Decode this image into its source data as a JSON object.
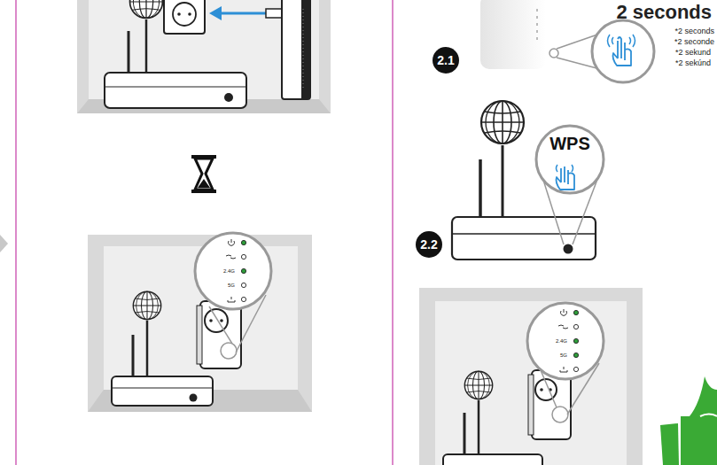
{
  "diagram": {
    "nodes": [
      {
        "text": [
          "2.1"
        ]
      },
      {
        "text": [
          "WPS"
        ]
      },
      {
        "text": [
          "2.2"
        ]
      }
    ],
    "labels": [
      "2 seconds",
      "*2 seconds",
      "*2 seconde",
      "*2 sekund",
      "*2 sekúnd",
      "2.4G",
      "5G",
      "2.4G",
      "5G"
    ]
  }
}
